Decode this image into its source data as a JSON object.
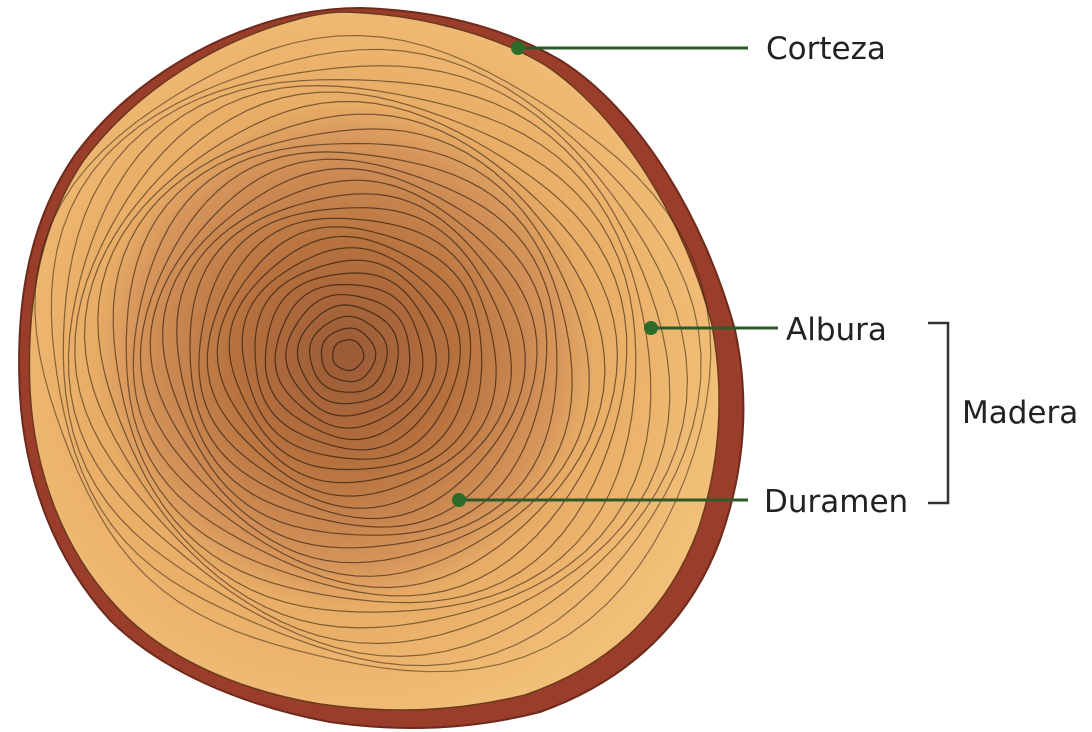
{
  "labels": {
    "bark": "Corteza",
    "sapwood": "Albura",
    "heartwood": "Duramen",
    "wood": "Madera"
  },
  "colors": {
    "bark": "#9a3d2a",
    "bark_edge": "#6e2a1c",
    "sapwood": "#ecb66c",
    "heartwood_outer": "#d4945a",
    "heartwood_core": "#9a5a36",
    "ring_line": "#3a2414",
    "leader_line": "#2e5a2a",
    "leader_dot": "#2e6b2a",
    "bracket": "#333333"
  }
}
